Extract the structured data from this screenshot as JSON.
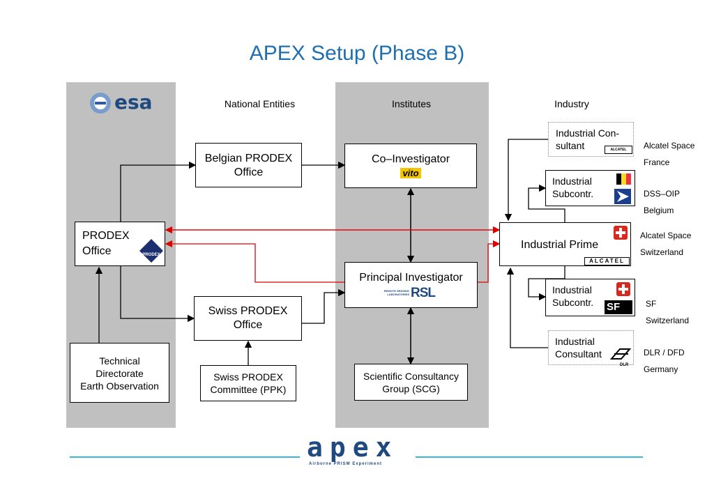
{
  "title": "APEX Setup (Phase B)",
  "columns": {
    "national": "National Entities",
    "institutes": "Institutes",
    "industry": "Industry"
  },
  "logos": {
    "esa": "esa",
    "prodex": "PRODEX",
    "vito": "vito",
    "rsl": "RSL",
    "rsl_small": "REMOTE SENSING LABORATORIES",
    "alcatel": "ALCATEL",
    "sf": "SF",
    "dlr": "DLR",
    "apex": "apex",
    "apex_sub": "Airborne PRISM Experiment"
  },
  "boxes": {
    "prodex_office": "PRODEX Office",
    "tech_dir_1": "Technical",
    "tech_dir_2": "Directorate",
    "tech_dir_3": "Earth Observation",
    "belgian_1": "Belgian PRODEX",
    "belgian_2": "Office",
    "swiss_1": "Swiss PRODEX",
    "swiss_2": "Office",
    "ppk_1": "Swiss PRODEX",
    "ppk_2": "Committee (PPK)",
    "co_investigator": "Co–Investigator",
    "principal_investigator": "Principal Investigator",
    "scg_1": "Scientific Consultancy",
    "scg_2": "Group (SCG)",
    "ind_consultant_top_1": "Industrial Con-",
    "ind_consultant_top_2": "sultant",
    "ind_subcontr_be_1": "Industrial",
    "ind_subcontr_be_2": "Subcontr.",
    "ind_prime": "Industrial Prime",
    "ind_subcontr_ch_1": "Industrial",
    "ind_subcontr_ch_2": "Subcontr.",
    "ind_consultant_bot_1": "Industrial",
    "ind_consultant_bot_2": "Consultant"
  },
  "side_labels": [
    {
      "line1": "Alcatel Space",
      "line2": "France"
    },
    {
      "line1": "DSS–OIP",
      "line2": "Belgium"
    },
    {
      "line1": "Alcatel Space",
      "line2": "Switzerland"
    },
    {
      "line1": "SF",
      "line2": "Switzerland"
    },
    {
      "line1": "DLR / DFD",
      "line2": "Germany"
    }
  ],
  "colors": {
    "title": "#1f6fb0",
    "column_bg": "#c0c0c0",
    "red_link": "#e00000",
    "apex_line": "#39b4d9"
  }
}
